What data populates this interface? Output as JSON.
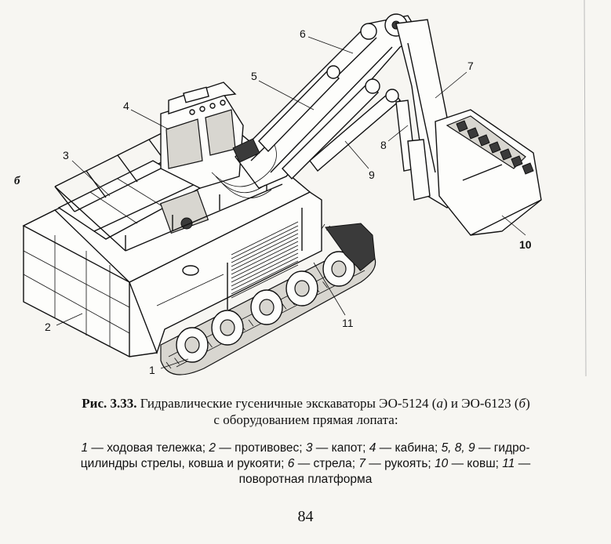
{
  "figure": {
    "panel_letter": "б",
    "callouts": [
      "1",
      "2",
      "3",
      "4",
      "5",
      "6",
      "7",
      "8",
      "9",
      "10",
      "11"
    ]
  },
  "caption": {
    "fig_number": "Рис. 3.33.",
    "title_part1": "Гидравлические гусеничные экскаваторы ЭО-5124 (",
    "title_a": "а",
    "title_part2": ") и ЭО-6123 (",
    "title_b": "б",
    "title_part3": ")",
    "title_line2": "с оборудованием прямая лопата:"
  },
  "legend": {
    "line1": [
      {
        "text": "1",
        "italic": true
      },
      {
        "text": " — ходовая тележка; ",
        "italic": false
      },
      {
        "text": "2",
        "italic": true
      },
      {
        "text": " — противовес; ",
        "italic": false
      },
      {
        "text": "3",
        "italic": true
      },
      {
        "text": " — капот; ",
        "italic": false
      },
      {
        "text": "4",
        "italic": true
      },
      {
        "text": " — кабина; ",
        "italic": false
      },
      {
        "text": "5, 8, 9",
        "italic": true
      },
      {
        "text": " — гидро-",
        "italic": false
      }
    ],
    "line2": [
      {
        "text": "цилиндры стрелы, ковша и рукояти; ",
        "italic": false
      },
      {
        "text": "6",
        "italic": true
      },
      {
        "text": " — стрела; ",
        "italic": false
      },
      {
        "text": "7",
        "italic": true
      },
      {
        "text": " — рукоять; ",
        "italic": false
      },
      {
        "text": "10",
        "italic": true
      },
      {
        "text": " — ковш; ",
        "italic": false
      },
      {
        "text": "11",
        "italic": true
      },
      {
        "text": " —",
        "italic": false
      }
    ],
    "line3": [
      {
        "text": "поворотная платформа",
        "italic": false
      }
    ]
  },
  "page_number": "84"
}
